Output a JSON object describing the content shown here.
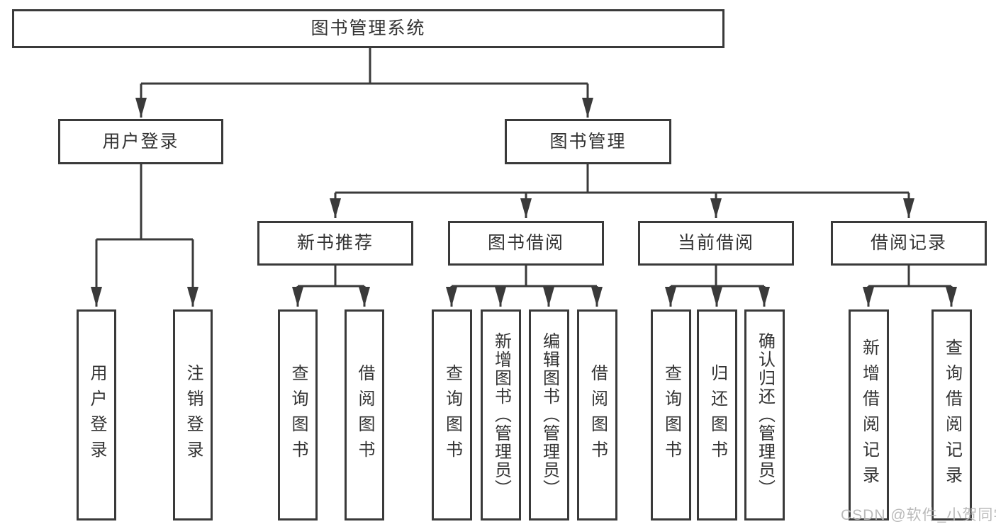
{
  "diagram": {
    "type": "hierarchy-tree",
    "colors": {
      "line": "#3a3a3a",
      "text": "#333333",
      "background": "#ffffff",
      "watermark": "#b5b5b5"
    },
    "nodes": {
      "root": {
        "label": "图书管理系统"
      },
      "user_login": {
        "label": "用户登录"
      },
      "book_mgmt": {
        "label": "图书管理"
      },
      "new_books": {
        "label": "新书推荐"
      },
      "book_borrow": {
        "label": "图书借阅"
      },
      "current_borrow": {
        "label": "当前借阅"
      },
      "borrow_records": {
        "label": "借阅记录"
      },
      "ul_login": {
        "label": "用户登录"
      },
      "ul_logout": {
        "label": "注销登录"
      },
      "nb_query": {
        "label": "查询图书"
      },
      "nb_borrow": {
        "label": "借阅图书"
      },
      "bb_query": {
        "label": "查询图书"
      },
      "bb_add": {
        "label": "新增图书（管理员）"
      },
      "bb_edit": {
        "label": "编辑图书（管理员）"
      },
      "bb_borrow": {
        "label": "借阅图书"
      },
      "cb_query": {
        "label": "查询图书"
      },
      "cb_return": {
        "label": "归还图书"
      },
      "cb_confirm": {
        "label": "确认归还（管理员）"
      },
      "br_add": {
        "label": "新增借阅记录"
      },
      "br_query": {
        "label": "查询借阅记录"
      }
    },
    "hierarchy": {
      "图书管理系统": {
        "用户登录": [
          "用户登录",
          "注销登录"
        ],
        "图书管理": {
          "新书推荐": [
            "查询图书",
            "借阅图书"
          ],
          "图书借阅": [
            "查询图书",
            "新增图书（管理员）",
            "编辑图书（管理员）",
            "借阅图书"
          ],
          "当前借阅": [
            "查询图书",
            "归还图书",
            "确认归还（管理员）"
          ],
          "借阅记录": [
            "新增借阅记录",
            "查询借阅记录"
          ]
        }
      }
    }
  },
  "watermark": {
    "text": "CSDN @软件_小贺同学"
  }
}
